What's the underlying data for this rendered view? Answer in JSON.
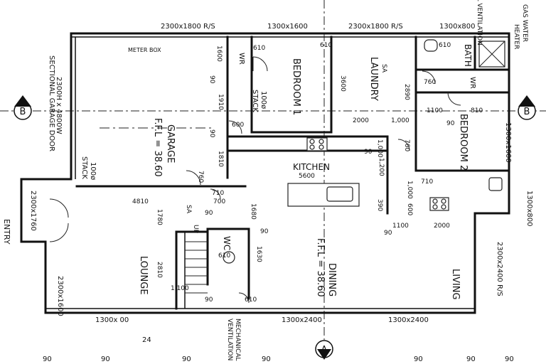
{
  "plan": {
    "rooms": {
      "garage": "GARAGE",
      "garage_ffl": "F.F.L = 38.60",
      "bedroom1": "BEDROOM 1",
      "laundry": "LAUNDRY",
      "bath": "BATH",
      "bedroom2": "BEDROOM 2",
      "kitchen": "KITCHEN",
      "lounge": "LOUNGE",
      "dining": "DINING",
      "dining_ffl": "F.F.L = 38.60",
      "living": "LIVING",
      "entry": "ENTRY",
      "wc": "WC"
    },
    "notes": {
      "meter_box": "METER BOX",
      "garage_door_1": "2300H x 4800W",
      "garage_door_2": "SECTIONAL GARAGE DOOR",
      "stack_garage_1": "100ø",
      "stack_garage_2": "STACK",
      "stack_bed1_1": "100ø",
      "stack_bed1_2": "STACK",
      "gas_water_heater_1": "GAS WATER",
      "gas_water_heater_2": "HEATER",
      "mech_vent_top": "MECHANICAL VENTILATION",
      "mech_vent_bottom_1": "MECHANICAL",
      "mech_vent_bottom_2": "VENTILATION",
      "wr_a": "WR",
      "wr_b": "WR",
      "sa_laundry": "SA",
      "sa_lounge": "SA",
      "up": "UP",
      "page_number": "24"
    },
    "windows": {
      "w_top_1": "2300x1800 R/S",
      "w_top_2": "1300x1600",
      "w_top_3": "2300x1800 R/S",
      "w_top_4": "1300x800",
      "w_right_1": "1300x1600",
      "w_right_2": "1300x800",
      "w_right_3": "2300x2400 R/S",
      "w_left_entry": "2300x1760",
      "w_lounge_left": "2300x1600",
      "w_bottom_1": "1300x 00",
      "w_bottom_2": "1300x2400",
      "w_bottom_3": "1300x2400"
    },
    "dims": {
      "d610_a": "610",
      "d610_b": "610",
      "d610_c": "610",
      "d610_d": "610",
      "d610_e": "610",
      "d1600": "1600",
      "d90_a": "90",
      "d90_b": "90",
      "d90_c": "90",
      "d90_d": "90",
      "d90_e": "90",
      "d90_f": "90",
      "d90_g": "90",
      "d90_h": "90",
      "d1910": "1910",
      "d1810": "1810",
      "d600": "600",
      "d3600": "3600",
      "d2890": "2890",
      "d760_a": "760",
      "d760_b": "760",
      "d760_c": "760",
      "d1100_a": "1100",
      "d1100_b": "1100",
      "d810": "810",
      "d2000_a": "2000",
      "d2000_b": "2000",
      "d1000_a": "1,000",
      "d1000_b": "1,000",
      "d1000_c": "1,000",
      "d5600": "5600",
      "d1200": "1,200",
      "d600_b": "600",
      "d390": "390",
      "d4810": "4810",
      "d1780": "1780",
      "d710_a": "710",
      "d710_b": "710",
      "d700": "700",
      "d1680": "1680",
      "d1630": "1630",
      "d2810": "2810",
      "d1100_c": "1,100"
    },
    "grid": {
      "b_left": "B",
      "b_right": "B",
      "a_bottom": "A",
      "bottom_labels": [
        "90",
        "90",
        "90",
        "90",
        "90",
        "90",
        "90"
      ]
    }
  }
}
